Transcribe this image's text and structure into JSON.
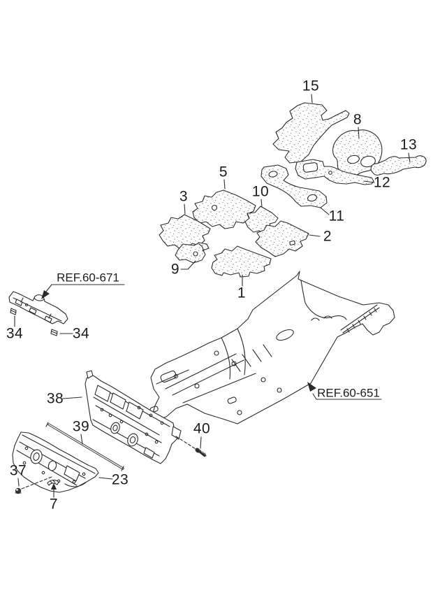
{
  "diagram": {
    "kind": "exploded-parts-diagram",
    "background": "#ffffff",
    "line_color": "#2b2b2b"
  },
  "callouts": [
    {
      "part": "15"
    },
    {
      "part": "8"
    },
    {
      "part": "13"
    },
    {
      "part": "12"
    },
    {
      "part": "5"
    },
    {
      "part": "10"
    },
    {
      "part": "3"
    },
    {
      "part": "11"
    },
    {
      "part": "2"
    },
    {
      "part": "9"
    },
    {
      "part": "1"
    },
    {
      "part": "34"
    },
    {
      "part": "34"
    },
    {
      "part": "38"
    },
    {
      "part": "39"
    },
    {
      "part": "40"
    },
    {
      "part": "23"
    },
    {
      "part": "37"
    },
    {
      "part": "7"
    }
  ],
  "references": [
    {
      "label": "REF.60-671"
    },
    {
      "label": "REF.60-651"
    }
  ]
}
